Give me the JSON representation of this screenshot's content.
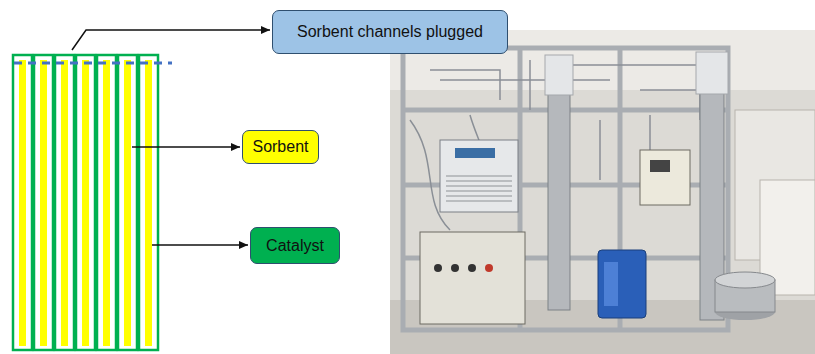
{
  "diagram": {
    "nodes": [
      {
        "text": [
          "Sorbent channels plugged"
        ]
      },
      {
        "text": [
          "Sorbent"
        ]
      },
      {
        "text": [
          "Catalyst"
        ]
      }
    ]
  }
}
